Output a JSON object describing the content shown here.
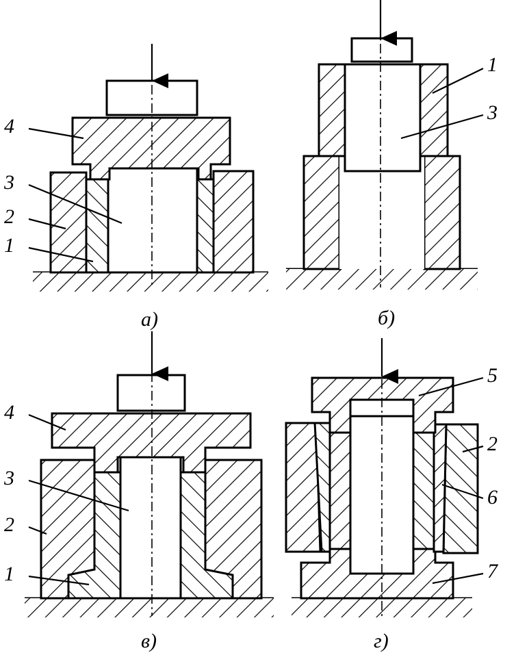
{
  "panels": [
    {
      "id": "a",
      "caption": "а)",
      "labels": [
        "1",
        "2",
        "3",
        "4"
      ]
    },
    {
      "id": "b",
      "caption": "б)",
      "labels": [
        "1",
        "3"
      ]
    },
    {
      "id": "v",
      "caption": "в)",
      "labels": [
        "1",
        "2",
        "3",
        "4"
      ]
    },
    {
      "id": "g",
      "caption": "г)",
      "labels": [
        "2",
        "5",
        "6",
        "7"
      ]
    }
  ]
}
